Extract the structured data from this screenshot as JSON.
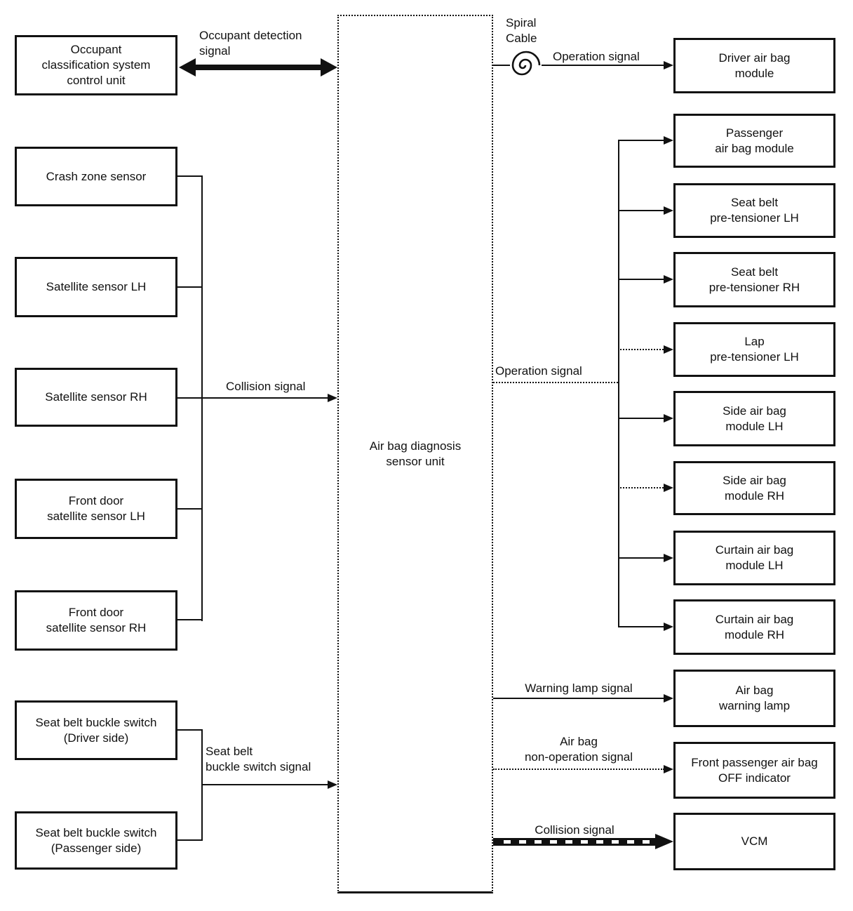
{
  "colors": {
    "line": "#111111",
    "background": "#ffffff"
  },
  "center_unit": {
    "label": "Air bag diagnosis\nsensor unit"
  },
  "left_boxes": [
    {
      "id": "occupant-classification-control-unit",
      "label": "Occupant\nclassification system\ncontrol unit"
    },
    {
      "id": "crash-zone-sensor",
      "label": "Crash zone sensor"
    },
    {
      "id": "satellite-sensor-lh",
      "label": "Satellite sensor LH"
    },
    {
      "id": "satellite-sensor-rh",
      "label": "Satellite sensor RH"
    },
    {
      "id": "front-door-satellite-sensor-lh",
      "label": "Front door\nsatellite sensor LH"
    },
    {
      "id": "front-door-satellite-sensor-rh",
      "label": "Front door\nsatellite sensor RH"
    },
    {
      "id": "seat-belt-buckle-switch-driver",
      "label": "Seat belt buckle switch\n(Driver side)"
    },
    {
      "id": "seat-belt-buckle-switch-passenger",
      "label": "Seat belt buckle switch\n(Passenger side)"
    }
  ],
  "right_boxes": [
    {
      "id": "driver-air-bag-module",
      "label": "Driver air bag\nmodule"
    },
    {
      "id": "passenger-air-bag-module",
      "label": "Passenger\nair bag module"
    },
    {
      "id": "seat-belt-pre-tensioner-lh",
      "label": "Seat belt\npre-tensioner LH"
    },
    {
      "id": "seat-belt-pre-tensioner-rh",
      "label": "Seat belt\npre-tensioner RH"
    },
    {
      "id": "lap-pre-tensioner-lh",
      "label": "Lap\npre-tensioner LH"
    },
    {
      "id": "side-air-bag-module-lh",
      "label": "Side air bag\nmodule LH"
    },
    {
      "id": "side-air-bag-module-rh",
      "label": "Side air bag\nmodule RH"
    },
    {
      "id": "curtain-air-bag-module-lh",
      "label": "Curtain air bag\nmodule LH"
    },
    {
      "id": "curtain-air-bag-module-rh",
      "label": "Curtain air bag\nmodule RH"
    },
    {
      "id": "air-bag-warning-lamp",
      "label": "Air bag\nwarning lamp"
    },
    {
      "id": "front-passenger-air-bag-off-indicator",
      "label": "Front passenger air bag\nOFF indicator"
    },
    {
      "id": "vcm",
      "label": "VCM"
    }
  ],
  "labels": {
    "occupant_detection": "Occupant detection\nsignal",
    "collision_left": "Collision signal",
    "seat_belt_buckle": "Seat belt\nbuckle switch signal",
    "spiral_cable": "Spiral\nCable",
    "operation_top": "Operation signal",
    "operation_mid": "Operation signal",
    "warning_lamp": "Warning lamp signal",
    "non_operation": "Air bag\nnon-operation signal",
    "collision_bottom": "Collision signal"
  }
}
